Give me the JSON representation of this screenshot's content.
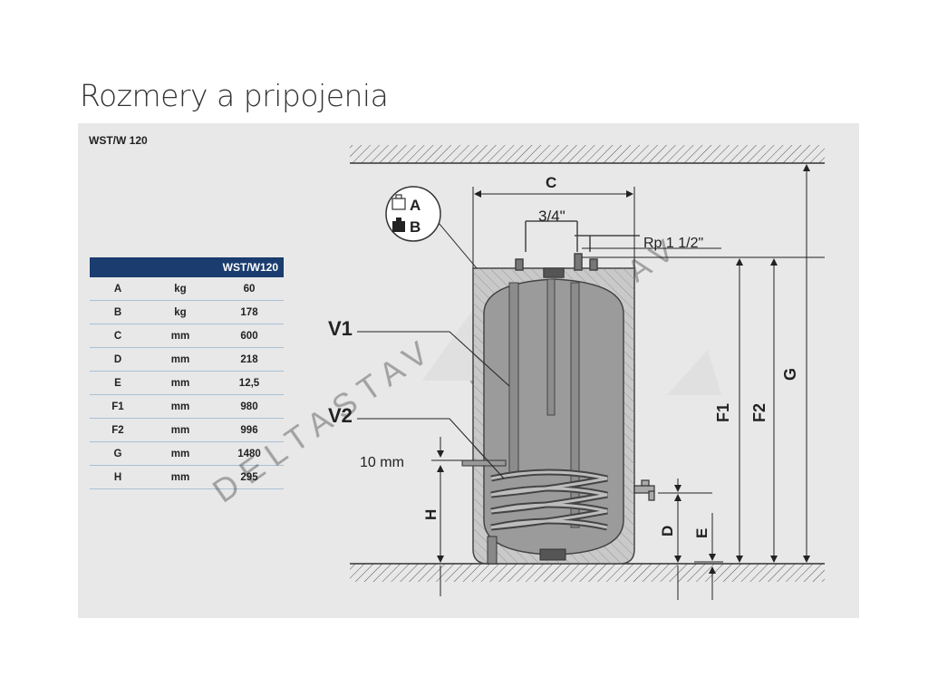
{
  "title": "Rozmery a pripojenia",
  "model": "WST/W 120",
  "table": {
    "header": "WST/W120",
    "rows": [
      {
        "code": "A",
        "unit": "kg",
        "value": "60"
      },
      {
        "code": "B",
        "unit": "kg",
        "value": "178"
      },
      {
        "code": "C",
        "unit": "mm",
        "value": "600"
      },
      {
        "code": "D",
        "unit": "mm",
        "value": "218"
      },
      {
        "code": "E",
        "unit": "mm",
        "value": "12,5"
      },
      {
        "code": "F1",
        "unit": "mm",
        "value": "980"
      },
      {
        "code": "F2",
        "unit": "mm",
        "value": "996"
      },
      {
        "code": "G",
        "unit": "mm",
        "value": "1480"
      },
      {
        "code": "H",
        "unit": "mm",
        "value": "295"
      }
    ]
  },
  "diagram": {
    "label_c": "C",
    "label_a": "A",
    "label_b": "B",
    "label_three_quarter": "3/4\"",
    "label_rp": "Rp 1 1/2\"",
    "label_v1": "V1",
    "label_v2": "V2",
    "label_10mm": "10 mm",
    "label_h": "H",
    "label_d": "D",
    "label_e": "E",
    "label_f1": "F1",
    "label_f2": "F2",
    "label_g": "G",
    "watermark": "DELTASTAV"
  },
  "colors": {
    "accent": "#1a3c6e",
    "panel": "#e8e8e8",
    "tank": "#9b9b9b",
    "insulation": "#c9c9c9"
  }
}
